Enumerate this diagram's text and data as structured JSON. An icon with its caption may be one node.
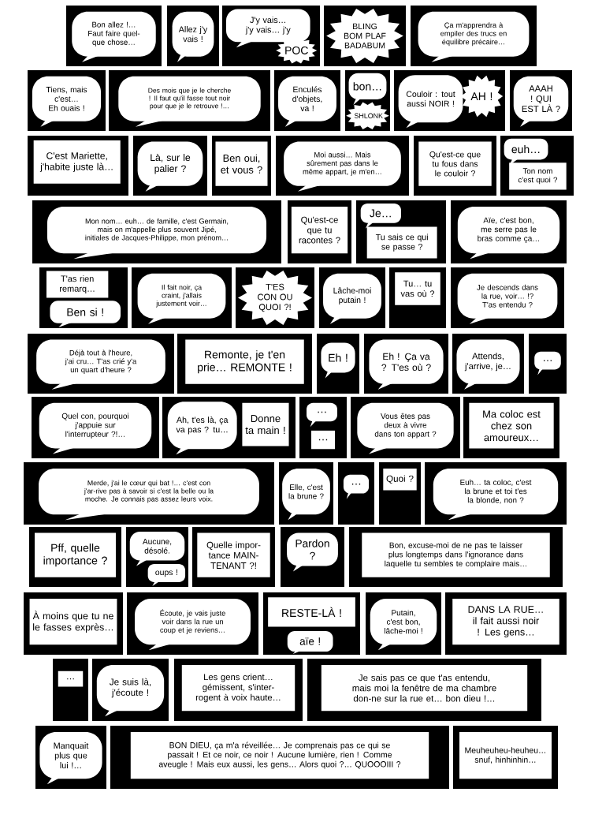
{
  "diagram": {
    "nodes": [
      {
        "text": [],
        "shape": "box"
      },
      {
        "text": [
          "Bon allez !… Faut faire quel-que chose…"
        ],
        "in": 0
      },
      {
        "text": [],
        "shape": "box"
      },
      {
        "text": [
          "Allez j'y vais !"
        ],
        "in": 2
      },
      {
        "text": [],
        "shape": "box"
      },
      {
        "text": [
          "J'y vais… j'y vais… j'y"
        ],
        "in": 4
      },
      {
        "text": [
          "POC"
        ],
        "in": 4
      },
      {
        "text": [],
        "shape": "box"
      },
      {
        "text": [
          "BLING BOM PLAF BADABUM"
        ],
        "in": 7
      },
      {
        "text": [],
        "shape": "box"
      },
      {
        "text": [
          "Ça m'apprendra à empiler des trucs en équilibre précaire…"
        ],
        "in": 9
      },
      {
        "text": [],
        "shape": "box"
      },
      {
        "text": [
          "Tiens, mais c'est… Eh ouais !"
        ],
        "in": 11
      },
      {
        "text": [],
        "shape": "box"
      },
      {
        "text": [
          "Des mois que je le cherche ! Il faut qu'il fasse tout noir pour que je le retrouve !…"
        ],
        "in": 13
      },
      {
        "text": [],
        "shape": "box"
      },
      {
        "text": [
          "Enculés d'objets, va !"
        ],
        "in": 15
      },
      {
        "text": [],
        "shape": "box"
      },
      {
        "text": [
          "bon…"
        ],
        "in": 17
      },
      {
        "text": [
          "SHLONK"
        ],
        "in": 17
      },
      {
        "text": [],
        "shape": "box"
      },
      {
        "text": [
          "Couloir : tout aussi NOIR !"
        ],
        "in": 20
      },
      {
        "text": [
          "AH !"
        ],
        "in": 20
      },
      {
        "text": [],
        "shape": "box"
      },
      {
        "text": [
          "AAAH ! QUI EST LÀ ?"
        ],
        "in": 23
      },
      {
        "text": [],
        "shape": "box"
      },
      {
        "text": [
          "C'est Mariette, j'habite juste là…"
        ],
        "in": 25
      },
      {
        "text": [],
        "shape": "box"
      },
      {
        "text": [
          "Là, sur le palier ?"
        ],
        "in": 27
      },
      {
        "text": [],
        "shape": "box"
      },
      {
        "text": [
          "Ben oui, et vous ?"
        ],
        "in": 29
      },
      {
        "text": [],
        "shape": "box"
      },
      {
        "text": [
          "Moi aussi… Mais sûrement pas dans le même appart, je m'en…"
        ],
        "in": 31
      },
      {
        "text": [],
        "shape": "box"
      },
      {
        "text": [
          "Qu'est-ce que tu fous dans le couloir ?"
        ],
        "in": 33
      },
      {
        "text": [],
        "shape": "box"
      },
      {
        "text": [
          "euh…"
        ],
        "in": 35
      },
      {
        "text": [
          "Ton nom c'est quoi ?"
        ],
        "in": 35
      },
      {
        "text": [],
        "shape": "box"
      },
      {
        "text": [
          "Mon nom… euh… de famille, c'est Germain, mais on m'appelle plus souvent Jipé, initiales de Jacques-Philippe, mon prénom…"
        ],
        "in": 38
      },
      {
        "text": [],
        "shape": "box"
      },
      {
        "text": [
          "Qu'est-ce que tu racontes ?"
        ],
        "in": 40
      },
      {
        "text": [],
        "shape": "box"
      },
      {
        "text": [
          "Je…"
        ],
        "in": 42
      },
      {
        "text": [
          "Tu sais ce qui se passe ?"
        ],
        "in": 42
      },
      {
        "text": [],
        "shape": "box"
      },
      {
        "text": [
          "Aïe, c'est bon, me serre pas le bras comme ça…"
        ],
        "in": 45
      },
      {
        "text": [],
        "shape": "box"
      },
      {
        "text": [
          "T'as rien remarq…"
        ],
        "in": 47
      },
      {
        "text": [
          "Ben si !"
        ],
        "in": 47
      },
      {
        "text": [],
        "shape": "box"
      },
      {
        "text": [
          "Il fait noir, ça craint, j'allais justement voir…"
        ],
        "in": 50
      },
      {
        "text": [],
        "shape": "box"
      },
      {
        "text": [
          "T'ES CON OU QUOI ?!"
        ],
        "in": 52
      },
      {
        "text": [],
        "shape": "box"
      },
      {
        "text": [
          "Lâche-moi putain !"
        ],
        "in": 54
      },
      {
        "text": [],
        "shape": "box"
      },
      {
        "text": [
          "Tu… tu vas où ?"
        ],
        "in": 56
      },
      {
        "text": [],
        "shape": "box"
      },
      {
        "text": [
          "Je descends dans la rue, voir… !? T'as entendu ?"
        ],
        "in": 58
      },
      {
        "text": [],
        "shape": "box"
      },
      {
        "text": [
          "Déjà tout à l'heure, j'ai cru… T'as crié y'a un quart d'heure ?"
        ],
        "in": 60
      },
      {
        "text": [],
        "shape": "box"
      },
      {
        "text": [
          "Remonte, je t'en prie… REMONTE !"
        ],
        "in": 62
      },
      {
        "text": [],
        "shape": "box"
      },
      {
        "text": [
          "Eh !"
        ],
        "in": 64
      },
      {
        "text": [],
        "shape": "box"
      },
      {
        "text": [
          "Eh ! Ça va ? T'es où ?"
        ],
        "in": 66
      },
      {
        "text": [],
        "shape": "box"
      },
      {
        "text": [
          "Attends, j'arrive, je…"
        ],
        "in": 68
      },
      {
        "text": [],
        "shape": "box"
      },
      {
        "text": [
          "…"
        ],
        "in": 70
      },
      {
        "text": [],
        "shape": "box"
      },
      {
        "text": [
          "Quel con, pourquoi j'appuie sur l'interrupteur ?!…"
        ],
        "in": 72
      },
      {
        "text": [],
        "shape": "box"
      },
      {
        "text": [
          "Ah, t'es là, ça va pas ? tu…"
        ],
        "in": 74
      },
      {
        "text": [
          "Donne ta main !"
        ],
        "in": 74
      },
      {
        "text": [],
        "shape": "box"
      },
      {
        "text": [
          "…"
        ],
        "in": 77
      },
      {
        "text": [
          "…"
        ],
        "in": 77
      },
      {
        "text": [],
        "shape": "box"
      },
      {
        "text": [
          "Vous êtes pas deux à vivre dans ton appart ?"
        ],
        "in": 80
      },
      {
        "text": [],
        "shape": "box"
      },
      {
        "text": [
          "Ma coloc est chez son amoureux…"
        ],
        "in": 82
      },
      {
        "text": [],
        "shape": "box"
      },
      {
        "text": [
          "Merde, j'ai le cœur qui bat !… c'est con j'ar-rive pas à savoir si c'est la belle ou la moche. Je connais pas assez leurs voix."
        ],
        "in": 84
      },
      {
        "text": [],
        "shape": "box"
      },
      {
        "text": [
          "Elle, c'est la brune ?"
        ],
        "in": 86
      },
      {
        "text": [],
        "shape": "box"
      },
      {
        "text": [
          "…"
        ],
        "in": 88
      },
      {
        "text": [],
        "shape": "box"
      },
      {
        "text": [
          "Quoi ?"
        ],
        "in": 90
      },
      {
        "text": [],
        "shape": "box"
      },
      {
        "text": [
          "Euh… ta coloc, c'est la brune et toi t'es la blonde, non ?"
        ],
        "in": 92
      },
      {
        "text": [],
        "shape": "box"
      },
      {
        "text": [
          "Pff, quelle importance ?"
        ],
        "in": 94
      },
      {
        "text": [],
        "shape": "box"
      },
      {
        "text": [
          "Aucune, désolé."
        ],
        "in": 96
      },
      {
        "text": [
          "oups !"
        ],
        "in": 96
      },
      {
        "text": [],
        "shape": "box"
      },
      {
        "text": [
          "Quelle impor-tance MAIN-TENANT ?!"
        ],
        "in": 99
      },
      {
        "text": [],
        "shape": "box"
      },
      {
        "text": [
          "Pardon ?"
        ],
        "in": 101
      },
      {
        "text": [],
        "shape": "box"
      },
      {
        "text": [
          "Bon, excuse-moi de ne pas te laisser plus longtemps dans l'ignorance dans laquelle tu sembles te complaire mais…"
        ],
        "in": 103
      },
      {
        "text": [],
        "shape": "box"
      },
      {
        "text": [
          "À moins que tu ne le fasses exprès…"
        ],
        "in": 105
      },
      {
        "text": [],
        "shape": "box"
      },
      {
        "text": [
          "Écoute, je vais juste voir dans la rue un coup et je reviens…"
        ],
        "in": 107
      },
      {
        "text": [],
        "shape": "box"
      },
      {
        "text": [
          "RESTE-LÀ !"
        ],
        "in": 109
      },
      {
        "text": [
          "aïe !"
        ],
        "in": 109
      },
      {
        "text": [],
        "shape": "box"
      },
      {
        "text": [
          "Putain, c'est bon, lâche-moi !"
        ],
        "in": 112
      },
      {
        "text": [],
        "shape": "box"
      },
      {
        "text": [
          "DANS LA RUE… il fait aussi noir ! Les gens…"
        ],
        "in": 114
      },
      {
        "text": [],
        "shape": "box"
      },
      {
        "text": [
          "…"
        ],
        "in": 116
      },
      {
        "text": [],
        "shape": "box"
      },
      {
        "text": [
          "Je suis là, j'écoute !"
        ],
        "in": 118
      },
      {
        "text": [],
        "shape": "box"
      },
      {
        "text": [
          "Les gens crient… gémissent, s'inter-rogent à voix haute…"
        ],
        "in": 120
      },
      {
        "text": [],
        "shape": "box"
      },
      {
        "text": [
          "Je sais pas ce que t'as entendu, mais moi la fenêtre de ma chambre don-ne sur la rue et… bon dieu !…"
        ],
        "in": 122
      },
      {
        "text": [],
        "shape": "box"
      },
      {
        "text": [
          "Manquait plus que lui !…"
        ],
        "in": 124
      },
      {
        "text": [],
        "shape": "box"
      },
      {
        "text": [
          "BON DIEU, ça m'a réveillée… Je comprenais pas ce qui se passait ! Et ce noir, ce noir ! Aucune lumière, rien ! Comme aveugle ! Mais eux aussi, les gens… Alors quoi ?… QUOOOIII ?"
        ],
        "in": 126
      },
      {
        "text": [],
        "shape": "box"
      },
      {
        "text": [
          "Meuheuheu-heuheu… snuf, hinhinhin…"
        ],
        "in": 128
      }
    ]
  }
}
